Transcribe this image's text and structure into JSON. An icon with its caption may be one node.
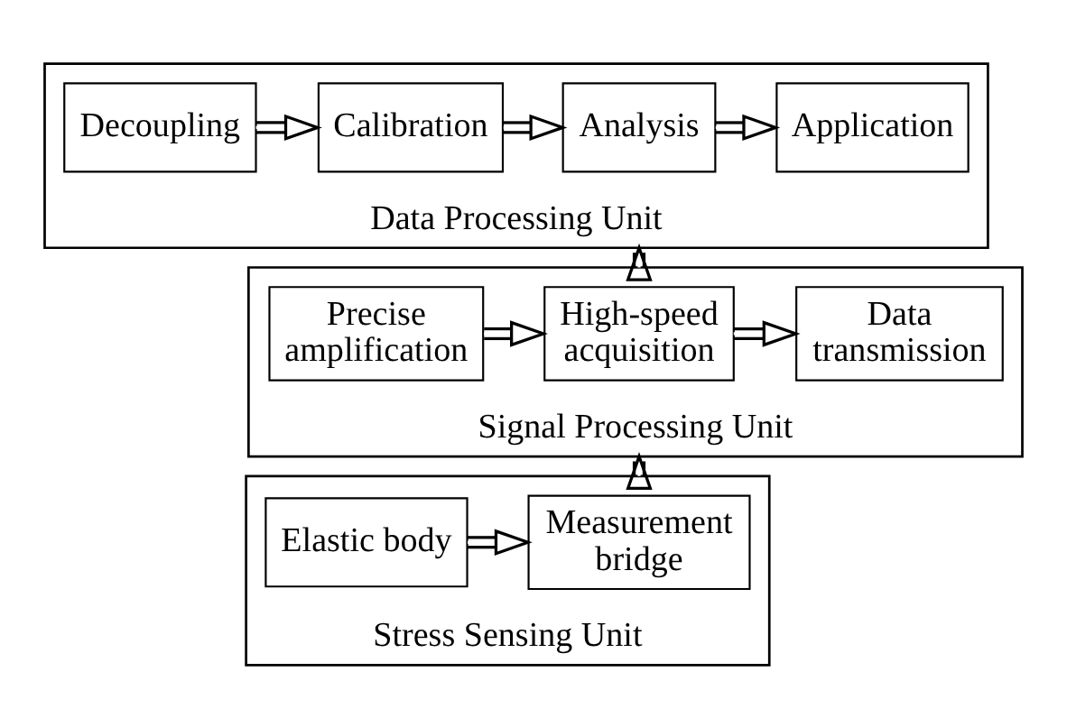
{
  "diagram": {
    "nodes": [
      {
        "text": [
          "Data Processing Unit"
        ]
      },
      {
        "text": [
          "Decoupling"
        ],
        "in": 0
      },
      {
        "text": [
          "Calibration"
        ],
        "in": 0
      },
      {
        "text": [
          "Analysis"
        ],
        "in": 0
      },
      {
        "text": [
          "Application"
        ],
        "in": 0
      },
      {
        "text": [
          "Signal Processing Unit"
        ]
      },
      {
        "text": [
          "Precise amplification"
        ],
        "in": 5
      },
      {
        "text": [
          "High-speed acquisition"
        ],
        "in": 5
      },
      {
        "text": [
          "Data transmission"
        ],
        "in": 5
      },
      {
        "text": [
          "Stress Sensing Unit"
        ]
      },
      {
        "text": [
          "Elastic body"
        ],
        "in": 9
      },
      {
        "text": [
          "Measurement bridge"
        ],
        "in": 9
      }
    ],
    "edges": [
      {
        "from": 1,
        "to": 2,
        "arrow": "to"
      },
      {
        "from": 2,
        "to": 3,
        "arrow": "to"
      },
      {
        "from": 3,
        "to": 4,
        "arrow": "to"
      },
      {
        "from": 6,
        "to": 7,
        "arrow": "to"
      },
      {
        "from": 7,
        "to": 8,
        "arrow": "to"
      },
      {
        "from": 10,
        "to": 11,
        "arrow": "to"
      },
      {
        "from": 9,
        "to": 5,
        "arrow": "to"
      },
      {
        "from": 5,
        "to": 0,
        "arrow": "to"
      }
    ]
  }
}
